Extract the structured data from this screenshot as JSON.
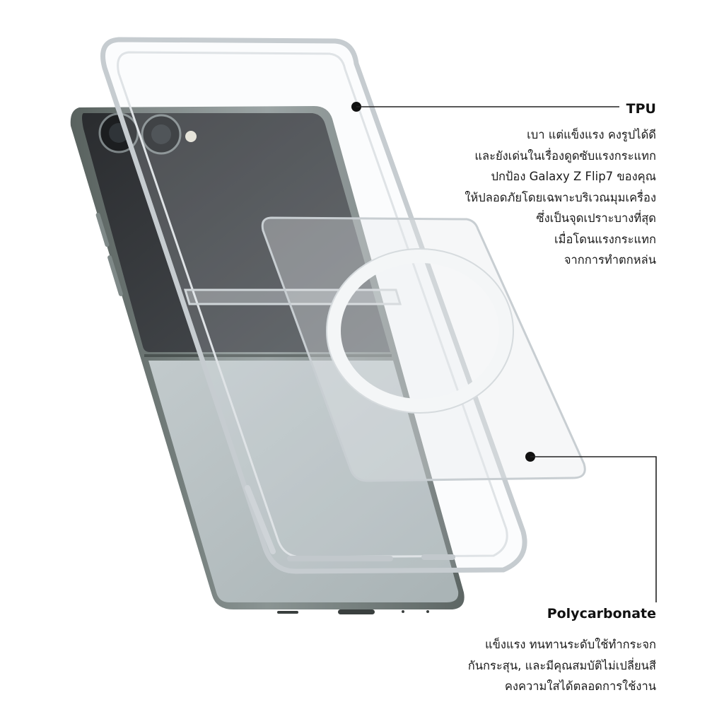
{
  "callouts": {
    "tpu": {
      "title": "TPU",
      "lines": [
        "เบา แต่แข็งแรง คงรูปได้ดี",
        "และยังเด่นในเรื่องดูดซับแรงกระแทก",
        "ปกป้อง Galaxy Z Flip7 ของคุณ",
        "ให้ปลอดภัยโดยเฉพาะบริเวณมุมเครื่อง",
        "ซึ่งเป็นจุดเปราะบางที่สุด",
        "เมื่อโดนแรงกระแทก",
        "จากการทำตกหล่น"
      ]
    },
    "polycarbonate": {
      "title": "Polycarbonate",
      "lines": [
        "แข็งแรง ทนทานระดับใช้ทำกระจก",
        "กันกระสุน, และมีคุณสมบัติไม่เปลี่ยนสี",
        "คงความใสได้ตลอดการใช้งาน"
      ]
    }
  },
  "colors": {
    "phone_frame": "#6f7a7a",
    "phone_lower_panel": "#b9c2c3",
    "cover_screen": "#3a3d40",
    "case_edge": "#d2d7da",
    "leader_line": "#222222"
  }
}
